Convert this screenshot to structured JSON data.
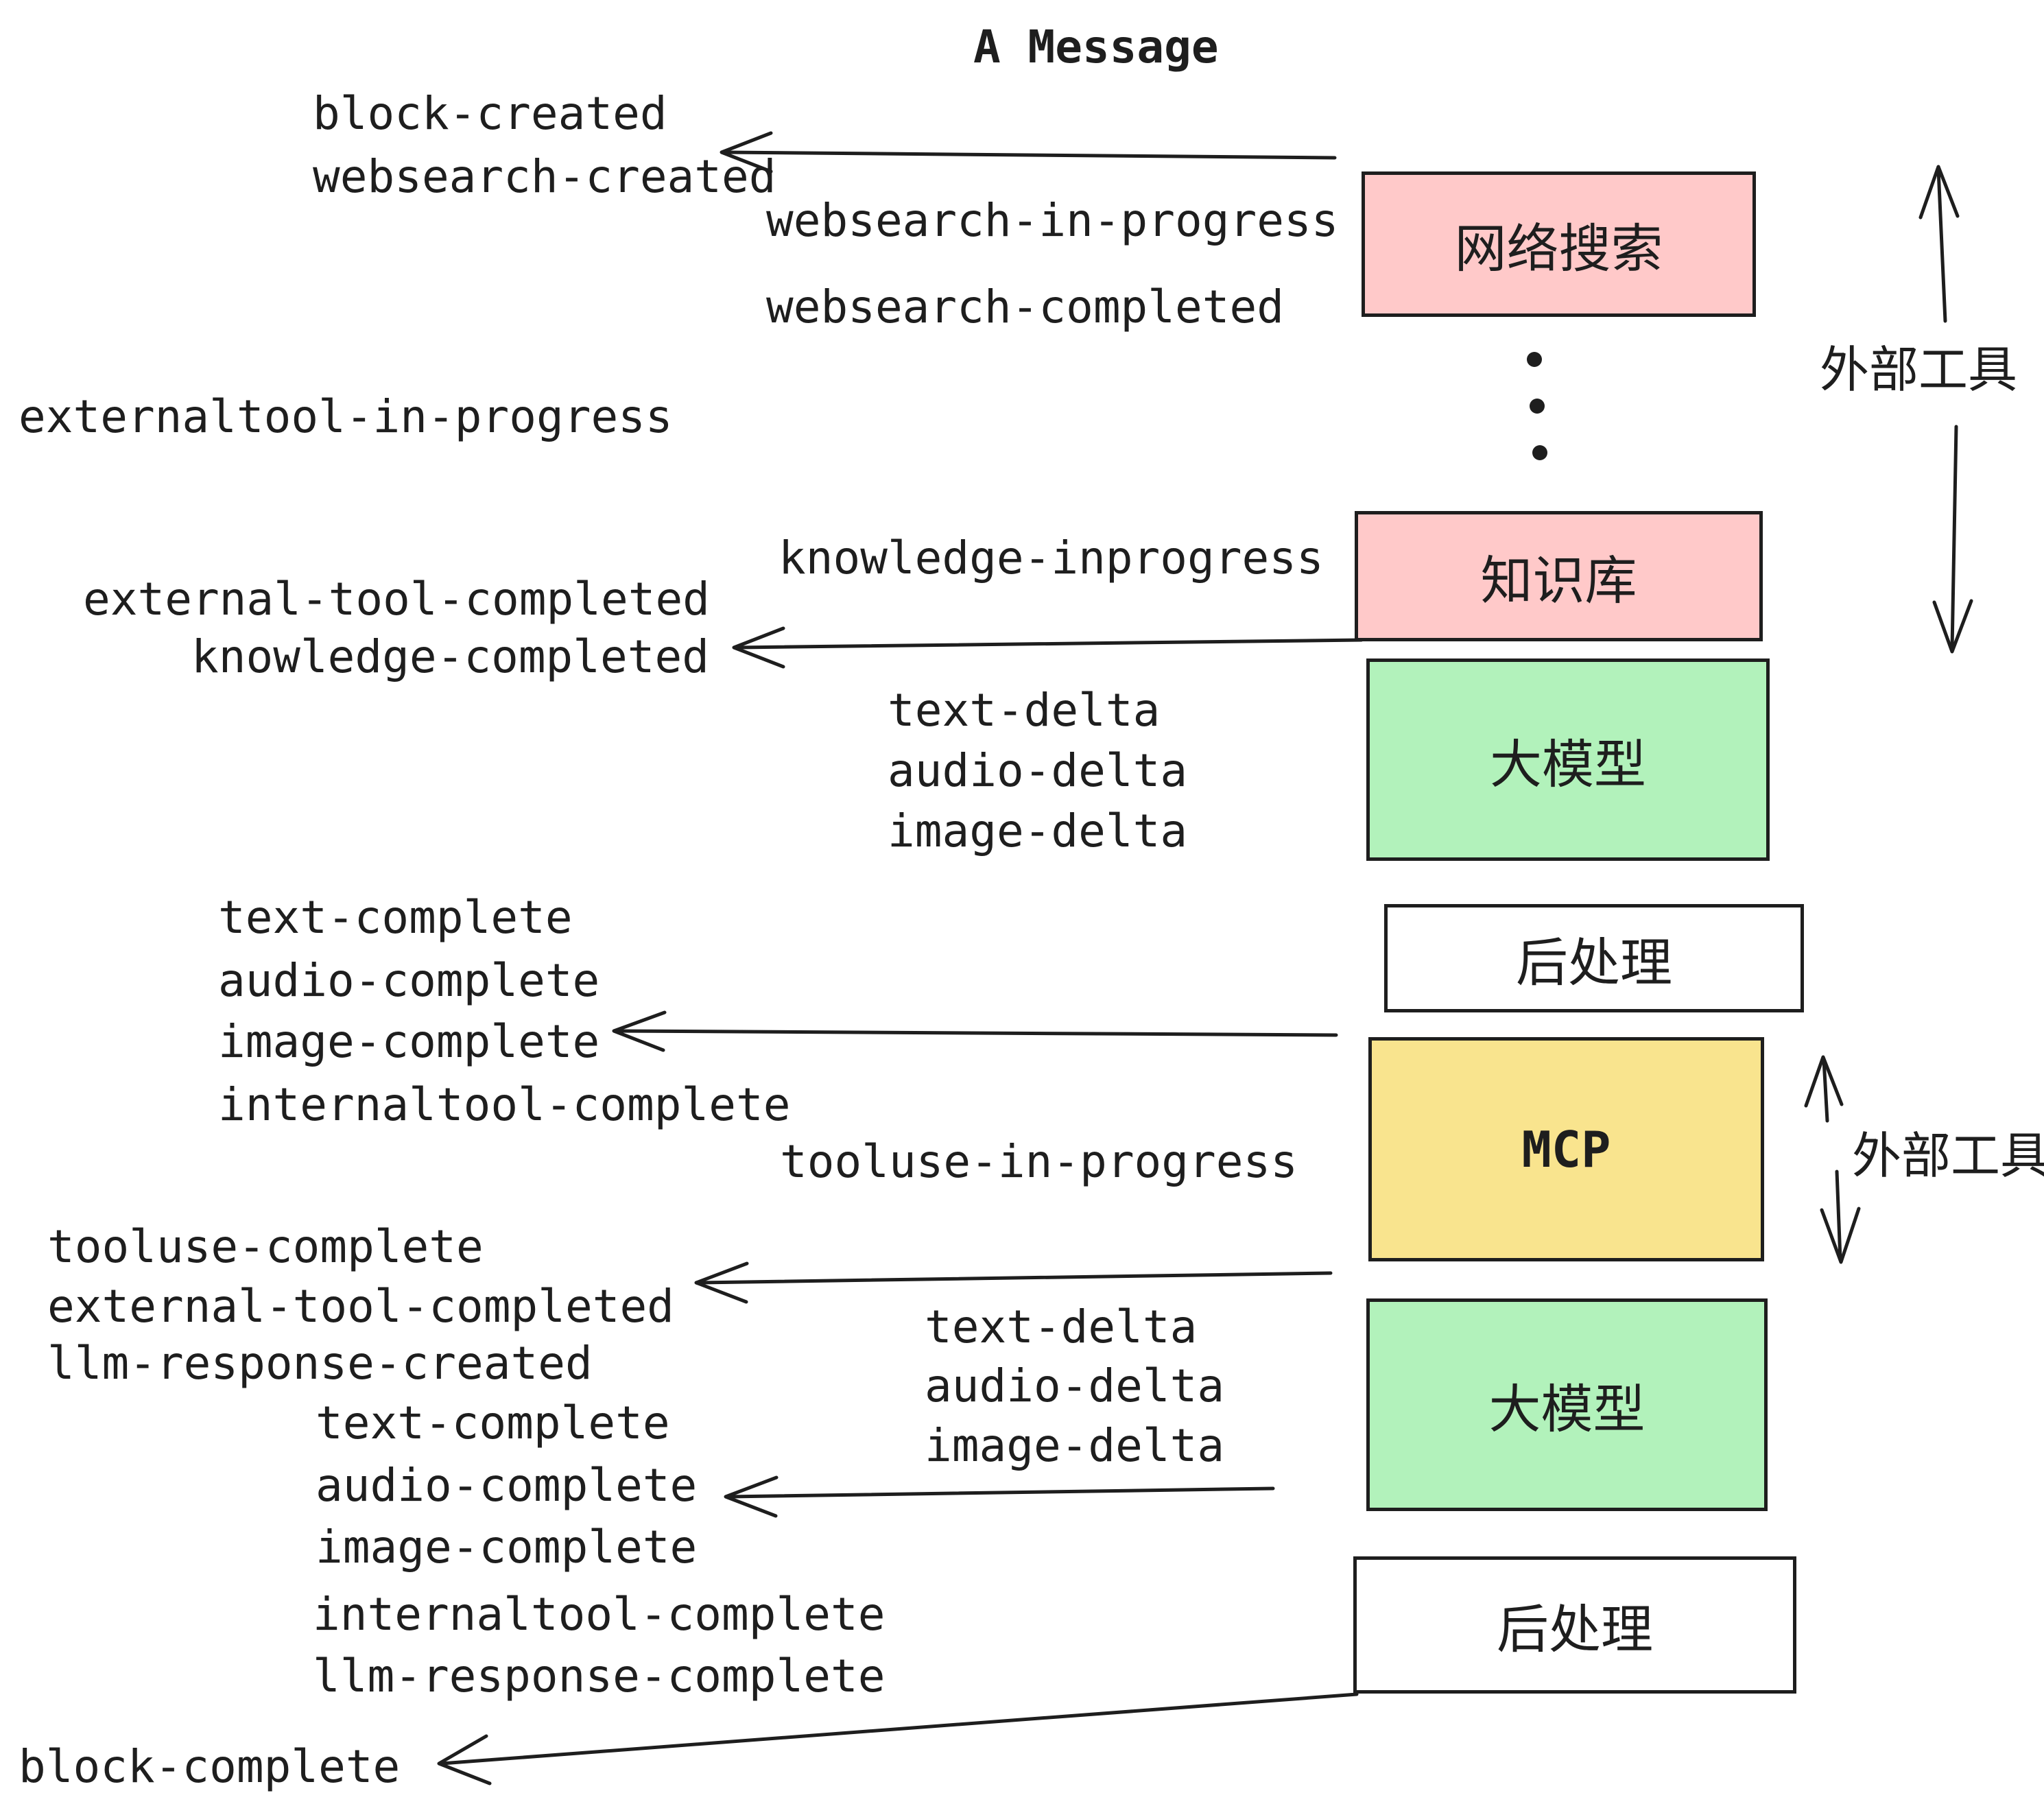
{
  "title": "A Message",
  "boxes": {
    "websearch": "网络搜索",
    "knowledge": "知识库",
    "llm_1": "大模型",
    "post_1": "后处理",
    "mcp": "MCP",
    "llm_2": "大模型",
    "post_2": "后处理"
  },
  "side_labels": {
    "external_tools_1": "外部工具",
    "external_tools_2": "外部工具"
  },
  "events": {
    "block_created": "block-created",
    "websearch_created": "websearch-created",
    "websearch_in_progress": "websearch-in-progress",
    "websearch_completed": "websearch-completed",
    "externaltool_in_progress": "externaltool-in-progress",
    "knowledge_inprogress": "knowledge-inprogress",
    "external_tool_completed_1": "external-tool-completed",
    "knowledge_completed": "knowledge-completed",
    "text_delta_1": "text-delta",
    "audio_delta_1": "audio-delta",
    "image_delta_1": "image-delta",
    "text_complete_1": "text-complete",
    "audio_complete_1": "audio-complete",
    "image_complete_1": "image-complete",
    "internaltool_complete_1": "internaltool-complete",
    "tooluse_in_progress": "tooluse-in-progress",
    "tooluse_complete": "tooluse-complete",
    "external_tool_completed_2": "external-tool-completed",
    "llm_response_created": "llm-response-created",
    "text_complete_2": "text-complete",
    "audio_complete_2": "audio-complete",
    "image_complete_2": "image-complete",
    "internaltool_complete_2": "internaltool-complete",
    "llm_response_complete": "llm-response-complete",
    "block_complete": "block-complete",
    "text_delta_2": "text-delta",
    "audio_delta_2": "audio-delta",
    "image_delta_2": "image-delta"
  },
  "colors": {
    "stroke": "#1e1e1e",
    "box_pink": "#ffc9c9",
    "box_green": "#b2f2bb",
    "box_yellow": "#f9e48e",
    "box_white": "#ffffff",
    "background": "#ffffff"
  }
}
